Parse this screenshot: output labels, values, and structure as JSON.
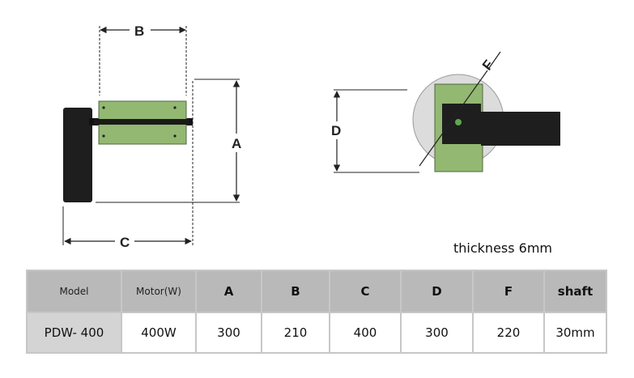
{
  "dimensions": {
    "a": "A",
    "b": "B",
    "c": "C",
    "d": "D",
    "f": "F"
  },
  "note": "thickness 6mm",
  "table": {
    "headers": [
      "Model",
      "Motor(W)",
      "A",
      "B",
      "C",
      "D",
      "F",
      "shaft"
    ],
    "row": [
      "PDW- 400",
      "400W",
      "300",
      "210",
      "400",
      "300",
      "220",
      "30mm"
    ]
  },
  "colors": {
    "plate_green": "#93b872",
    "motor_black": "#1e1e1e",
    "disc_gray": "#dcdcdc",
    "header_gray": "#b9b9b9",
    "model_cell_gray": "#d4d4d4"
  }
}
